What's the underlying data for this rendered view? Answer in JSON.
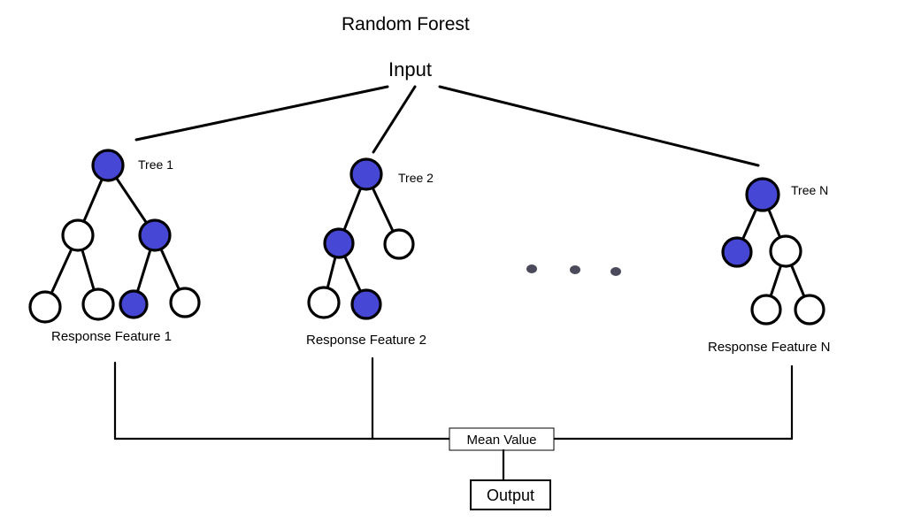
{
  "title": "Random Forest",
  "input_label": "Input",
  "colors": {
    "node_filled": "#4747d6",
    "node_empty": "#ffffff",
    "ellipsis_dot": "#4a4a5a",
    "stroke": "#000000"
  },
  "trees": [
    {
      "label": "Tree 1",
      "response": "Response Feature 1",
      "nodes": [
        {
          "id": "root",
          "filled": true
        },
        {
          "id": "left",
          "filled": false
        },
        {
          "id": "right",
          "filled": true
        },
        {
          "id": "left-left",
          "filled": false
        },
        {
          "id": "left-right",
          "filled": false
        },
        {
          "id": "right-left",
          "filled": true
        },
        {
          "id": "right-right",
          "filled": false
        }
      ]
    },
    {
      "label": "Tree 2",
      "response": "Response Feature 2",
      "nodes": [
        {
          "id": "root",
          "filled": true
        },
        {
          "id": "left",
          "filled": true
        },
        {
          "id": "right",
          "filled": false
        },
        {
          "id": "left-left",
          "filled": false
        },
        {
          "id": "left-right",
          "filled": true
        }
      ]
    },
    {
      "label": "Tree N",
      "response": "Response Feature N",
      "nodes": [
        {
          "id": "root",
          "filled": true
        },
        {
          "id": "left",
          "filled": true
        },
        {
          "id": "right",
          "filled": false
        },
        {
          "id": "right-left",
          "filled": false
        },
        {
          "id": "right-right",
          "filled": false
        }
      ]
    }
  ],
  "mean_label": "Mean Value",
  "output_label": "Output"
}
